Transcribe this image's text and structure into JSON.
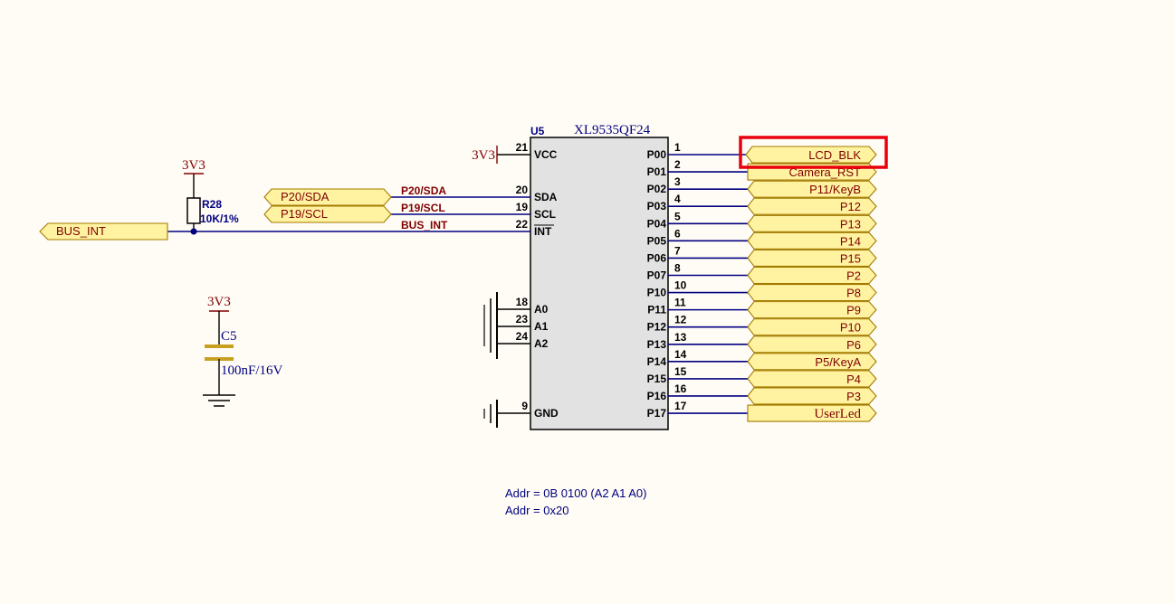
{
  "chip": {
    "designator": "U5",
    "part": "XL9535QF24",
    "left_pins": [
      {
        "num": "21",
        "name": "VCC",
        "overbar": false
      },
      {
        "num": "20",
        "name": "SDA",
        "overbar": false
      },
      {
        "num": "19",
        "name": "SCL",
        "overbar": false
      },
      {
        "num": "22",
        "name": "INT",
        "overbar": true
      },
      {
        "num": "18",
        "name": "A0",
        "overbar": false
      },
      {
        "num": "23",
        "name": "A1",
        "overbar": false
      },
      {
        "num": "24",
        "name": "A2",
        "overbar": false
      },
      {
        "num": "9",
        "name": "GND",
        "overbar": false
      }
    ],
    "right_pins": [
      {
        "num": "1",
        "name": "P00"
      },
      {
        "num": "2",
        "name": "P01"
      },
      {
        "num": "3",
        "name": "P02"
      },
      {
        "num": "4",
        "name": "P03"
      },
      {
        "num": "5",
        "name": "P04"
      },
      {
        "num": "6",
        "name": "P05"
      },
      {
        "num": "7",
        "name": "P06"
      },
      {
        "num": "8",
        "name": "P07"
      },
      {
        "num": "10",
        "name": "P10"
      },
      {
        "num": "11",
        "name": "P11"
      },
      {
        "num": "12",
        "name": "P12"
      },
      {
        "num": "13",
        "name": "P13"
      },
      {
        "num": "14",
        "name": "P14"
      },
      {
        "num": "15",
        "name": "P15"
      },
      {
        "num": "16",
        "name": "P16"
      },
      {
        "num": "17",
        "name": "P17"
      }
    ]
  },
  "right_ports": [
    "LCD_BLK",
    "Camera_RST",
    "P11/KeyB",
    "P12",
    "P13",
    "P14",
    "P15",
    "P2",
    "P8",
    "P9",
    "P10",
    "P6",
    "P5/KeyA",
    "P4",
    "P3",
    "UserLed"
  ],
  "highlight_label": "LCD_BLK",
  "left_ports": {
    "sda": "P20/SDA",
    "scl": "P19/SCL",
    "bus_int": "BUS_INT"
  },
  "net_labels": {
    "sda": "P20/SDA",
    "scl": "P19/SCL",
    "int": "BUS_INT"
  },
  "power": {
    "vcc_chip": "3V3",
    "vcc_resistor": "3V3",
    "vcc_cap": "3V3"
  },
  "resistor": {
    "ref": "R28",
    "value": "10K/1%"
  },
  "capacitor": {
    "ref": "C5",
    "value": "100nF/16V"
  },
  "notes": [
    "Addr = 0B 0100 (A2 A1 A0)",
    "Addr = 0x20"
  ],
  "colors": {
    "background": "#fffcf5",
    "wire": "#000080",
    "net_label": "#800000",
    "port_fill": "#fff3a1",
    "chip_fill": "#e2e2e2",
    "highlight_box": "#e8000f",
    "capacitor": "#c8a020"
  }
}
